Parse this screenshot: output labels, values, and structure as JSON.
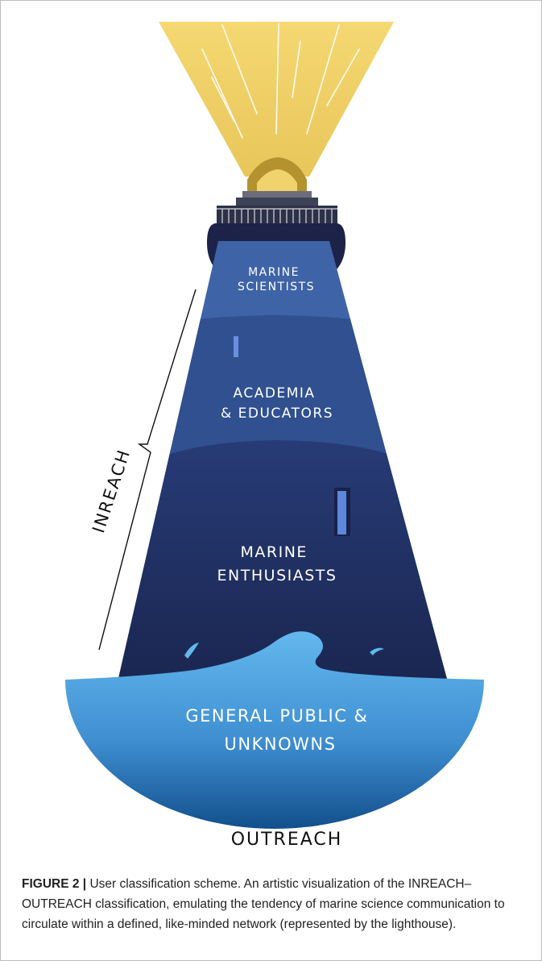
{
  "figure": {
    "tiers": {
      "scientists": [
        "MARINE",
        "SCIENTISTS"
      ],
      "academia": [
        "ACADEMIA",
        "& EDUCATORS"
      ],
      "enthusiasts": [
        "MARINE",
        "ENTHUSIASTS"
      ],
      "public": [
        "GENERAL PUBLIC &",
        "UNKNOWNS"
      ]
    },
    "inreach_label": "INREACH",
    "outreach_label": "OUTREACH",
    "colors": {
      "beam": "#f3d46a",
      "tier_scientists": "#3f63a7",
      "tier_academia": "#30508f",
      "tier_enthusiasts": "#22336a",
      "lighthouse_top": "#1d2248",
      "sea_light": "#5cb2e9",
      "sea_dark": "#145a97"
    }
  },
  "caption": {
    "figure_number": "FIGURE 2 |",
    "text": " User classification scheme. An artistic visualization of the INREACH–OUTREACH classification, emulating the tendency of marine science communication to circulate within a defined, like-minded network (represented by the lighthouse)."
  }
}
